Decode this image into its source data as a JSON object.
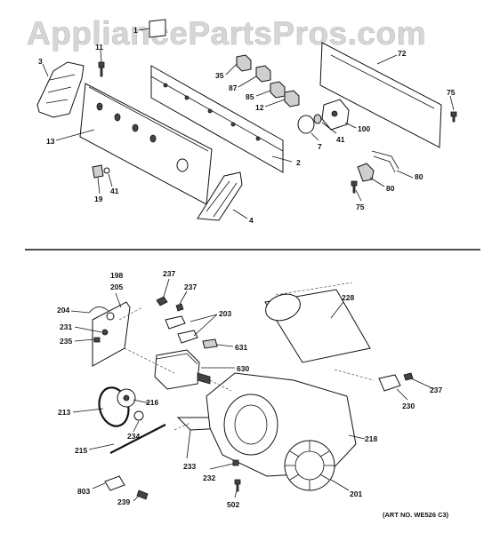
{
  "watermark": "AppliancePartsPros.com",
  "upper_section_labels": [
    "1",
    "3",
    "11",
    "13",
    "19",
    "41",
    "2",
    "4",
    "35",
    "87",
    "85",
    "12",
    "7",
    "41",
    "100",
    "72",
    "75",
    "80",
    "80",
    "75"
  ],
  "lower_section_labels": [
    "198",
    "205",
    "204",
    "231",
    "235",
    "237",
    "237",
    "203",
    "631",
    "630",
    "228",
    "237",
    "230",
    "213",
    "216",
    "234",
    "215",
    "233",
    "232",
    "218",
    "502",
    "201",
    "803",
    "239"
  ],
  "art_number": "(ART NO. WE526 C3)"
}
